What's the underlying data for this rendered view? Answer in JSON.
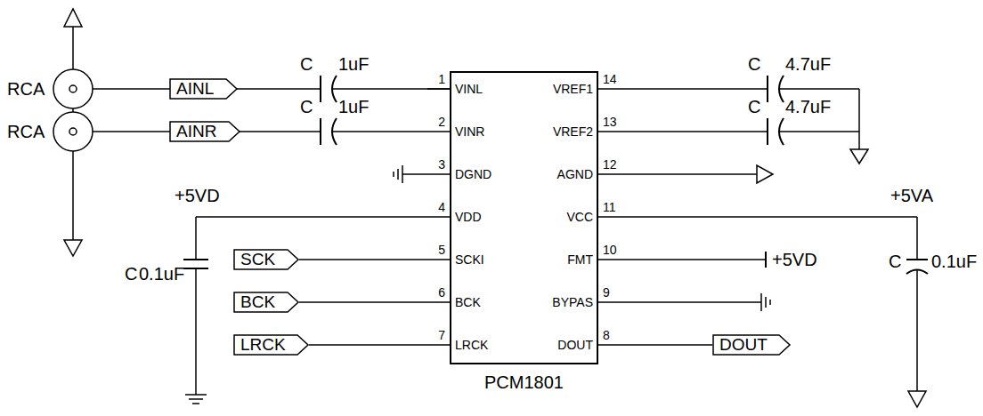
{
  "diagram": {
    "nodes": [
      {
        "text": [
          "AINL"
        ]
      },
      {
        "text": [
          "AINR"
        ]
      },
      {
        "text": [
          "SCK"
        ]
      },
      {
        "text": [
          "BCK"
        ]
      },
      {
        "text": [
          "LRCK"
        ]
      },
      {
        "text": [
          "VINL",
          "VINR",
          "DGND",
          "VDD",
          "SCKI",
          "BCK",
          "LRCK",
          "VREF1",
          "VREF2",
          "AGND",
          "VCC",
          "FMT",
          "BYPAS",
          "DOUT",
          "PCM1801"
        ]
      },
      {
        "text": [
          "DOUT"
        ]
      }
    ],
    "edges": [
      {
        "from": 2,
        "to": 5,
        "arrow": "none"
      },
      {
        "from": 3,
        "to": 5,
        "arrow": "none"
      },
      {
        "from": 4,
        "to": 5,
        "arrow": "none"
      },
      {
        "from": 5,
        "to": 6,
        "arrow": "none"
      }
    ],
    "labels": [
      "RCA",
      "RCA",
      "C",
      "1uF",
      "C",
      "1uF",
      "C",
      "4.7uF",
      "C",
      "4.7uF",
      "+5VD",
      "+5VA",
      "C",
      "0.1uF",
      "C",
      "0.1uF",
      "+5VD",
      "1",
      "2",
      "3",
      "4",
      "5",
      "6",
      "7",
      "14",
      "13",
      "12",
      "11",
      "10",
      "9",
      "8"
    ]
  }
}
